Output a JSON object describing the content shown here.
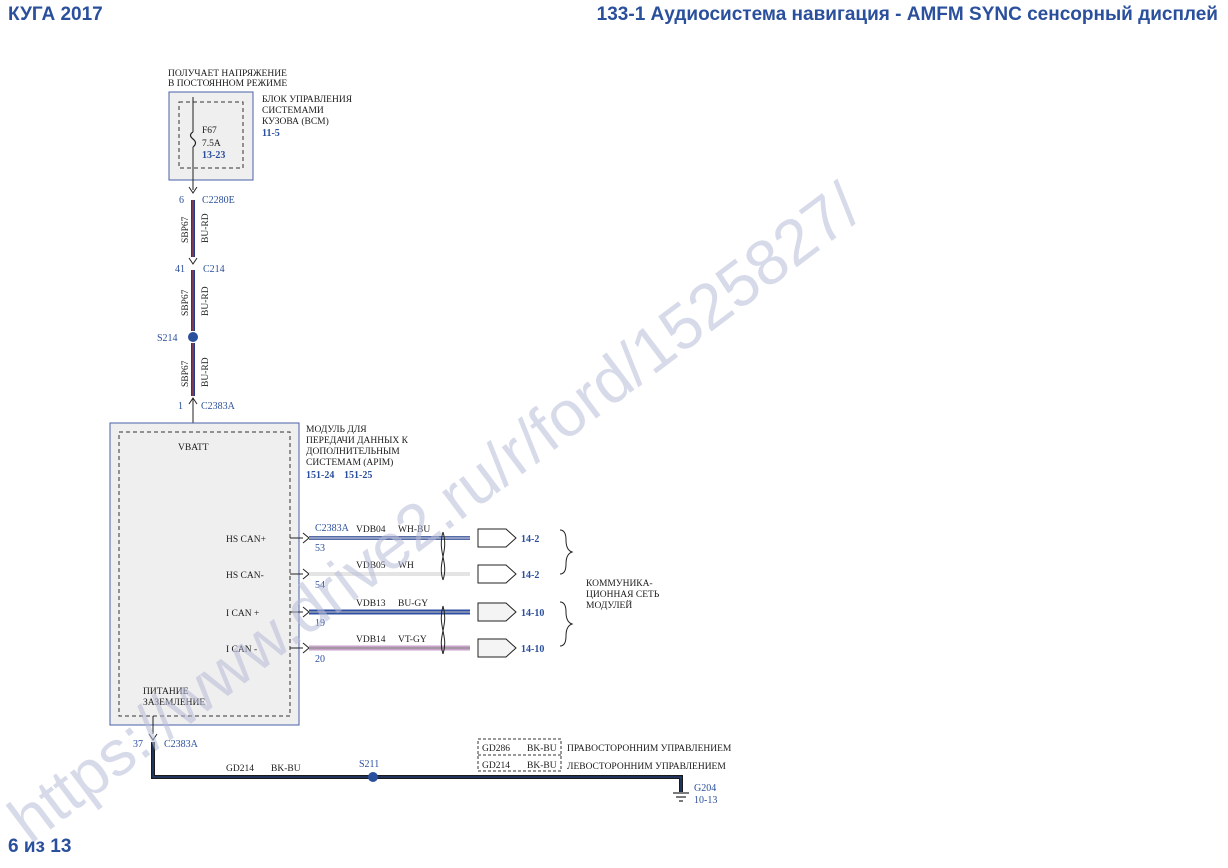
{
  "header": {
    "left": "КУГА 2017",
    "right": "133-1 Аудиосистема навигация - AMFM SYNC сенсорный дисплей"
  },
  "footer": {
    "page": "6 из 13"
  },
  "watermark": "https://www.drive2.ru/r/ford/1525827/",
  "bcm": {
    "note_line1": "ПОЛУЧАЕТ НАПРЯЖЕНИЕ",
    "note_line2": "В ПОСТОЯННОМ РЕЖИМЕ",
    "name_line1": "БЛОК УПРАВЛЕНИЯ",
    "name_line2": "СИСТЕМАМИ",
    "name_line3": "КУЗОВА (BCM)",
    "ref": "11-5",
    "fuse_id": "F67",
    "fuse_rating": "7.5A",
    "fuse_ref": "13-23"
  },
  "feed": {
    "c1_pin": "6",
    "c1": "C2280E",
    "seg1_circuit": "SBP67",
    "seg1_color": "BU-RD",
    "c2_pin": "41",
    "c2": "C214",
    "seg2_circuit": "SBP67",
    "seg2_color": "BU-RD",
    "splice": "S214",
    "seg3_circuit": "SBP67",
    "seg3_color": "BU-RD",
    "c3_pin": "1",
    "c3": "C2383A"
  },
  "apim": {
    "name_line1": "МОДУЛЬ ДЛЯ",
    "name_line2": "ПЕРЕДАЧИ ДАННЫХ К",
    "name_line3": "ДОПОЛНИТЕЛЬНЫМ",
    "name_line4": "СИСТЕМАМ (APIM)",
    "ref1": "151-24",
    "ref2": "151-25",
    "vbatt": "VBATT",
    "ground_line1": "ПИТАНИЕ",
    "ground_line2": "ЗАЗЕМЛЕНИЕ"
  },
  "can_connector": "C2383A",
  "can_lines": [
    {
      "label": "HS CAN+",
      "pin": "53",
      "circuit": "VDB04",
      "color": "WH-BU",
      "ref": "14-2",
      "wire_color": "#1f3b8a"
    },
    {
      "label": "HS CAN-",
      "pin": "54",
      "circuit": "VDB05",
      "color": "WH",
      "ref": "14-2",
      "wire_color": "#cccccc"
    },
    {
      "label": "I CAN +",
      "pin": "19",
      "circuit": "VDB13",
      "color": "BU-GY",
      "ref": "14-10",
      "wire_color": "#2f4fa6"
    },
    {
      "label": "I CAN -",
      "pin": "20",
      "circuit": "VDB14",
      "color": "VT-GY",
      "ref": "14-10",
      "wire_color": "#c9a2c9"
    }
  ],
  "network_label": {
    "line1": "КОММУНИКА-",
    "line2": "ЦИОННАЯ СЕТЬ",
    "line3": "МОДУЛЕЙ"
  },
  "ground": {
    "pin": "37",
    "connector": "C2383A",
    "circuit": "GD214",
    "color": "BK-BU",
    "splice": "S211",
    "point": "G204",
    "point_ref": "10-13",
    "rhd_circuit": "GD286",
    "rhd_color": "BK-BU",
    "rhd_text": "ПРАВОСТОРОННИМ УПРАВЛЕНИЕМ",
    "lhd_circuit": "GD214",
    "lhd_color": "BK-BU",
    "lhd_text": "ЛЕВОСТОРОННИМ УПРАВЛЕНИЕМ"
  }
}
